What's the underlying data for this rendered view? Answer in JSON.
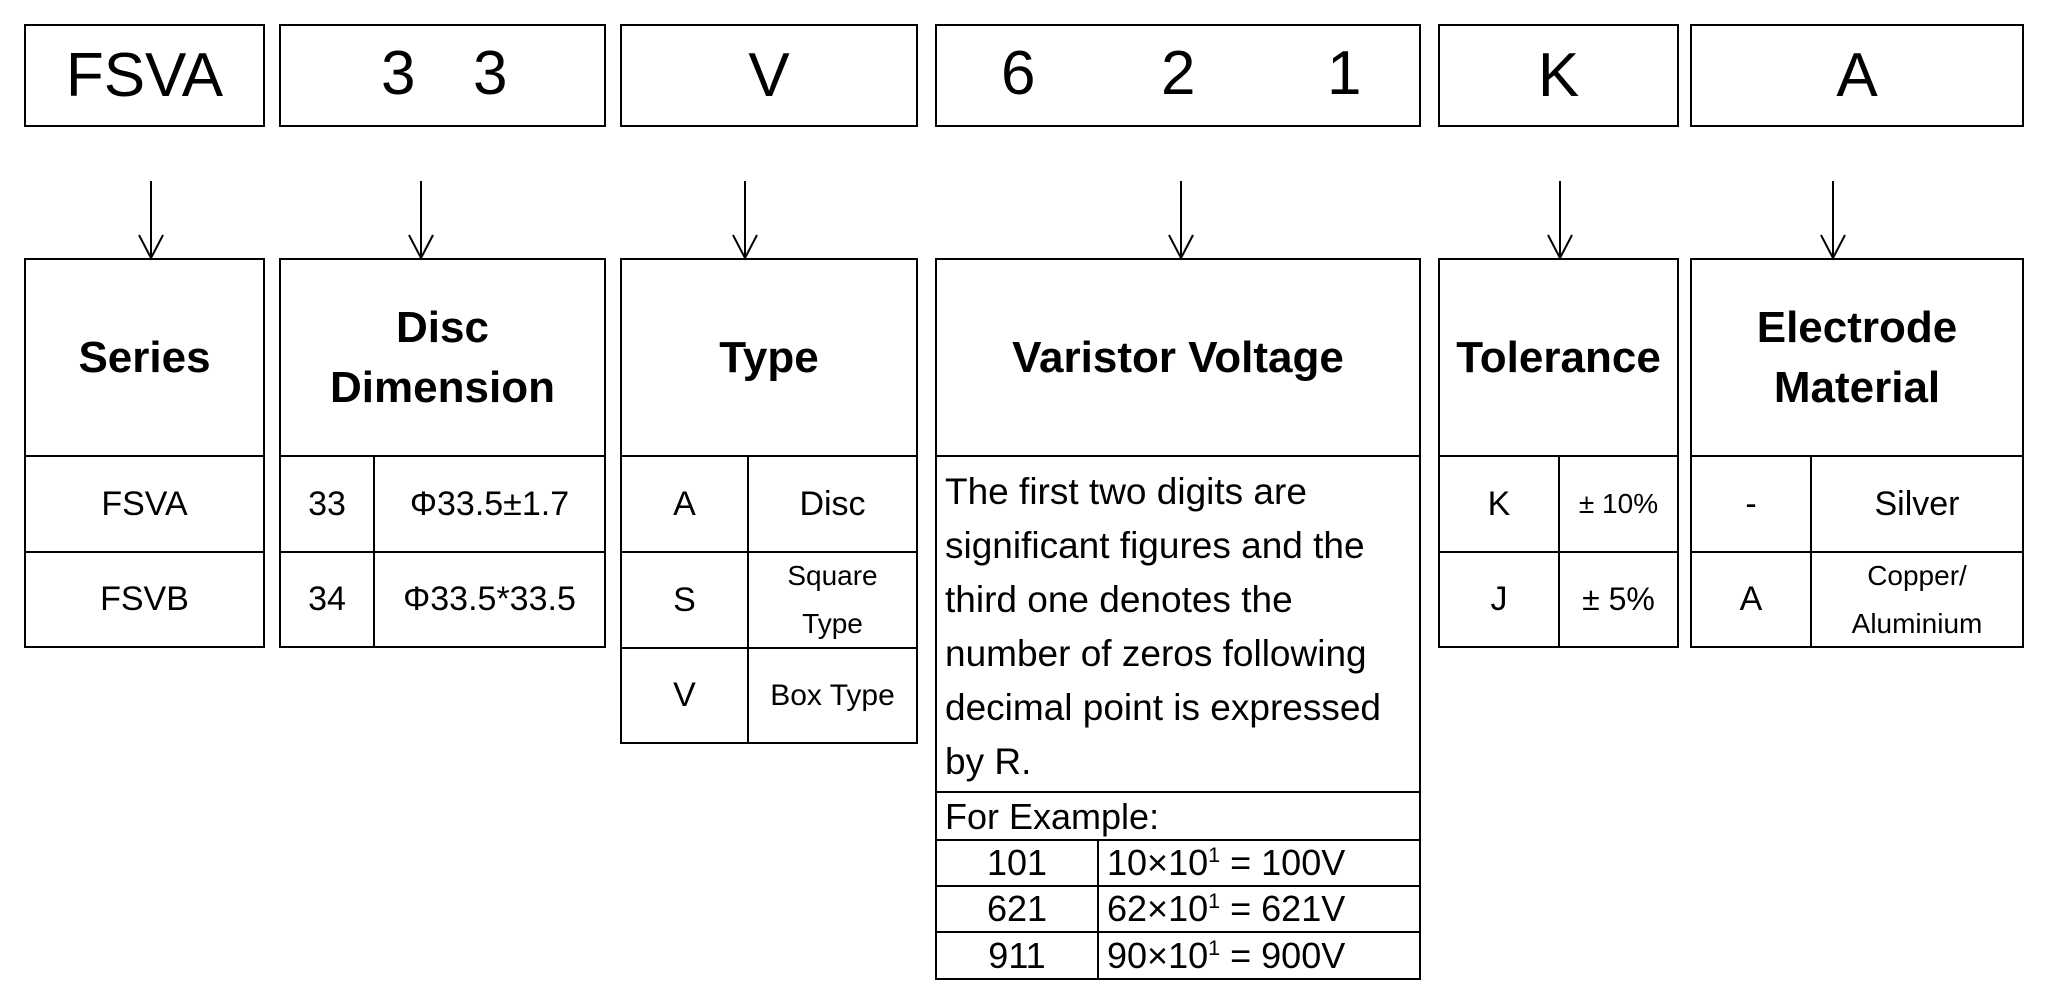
{
  "codes": {
    "series": "FSVA",
    "disc": [
      "3",
      "3"
    ],
    "type": "V",
    "voltage": [
      "6",
      "2",
      "1"
    ],
    "tolerance": "K",
    "electrode": "A"
  },
  "headers": {
    "series": "Series",
    "disc": [
      "Disc",
      "Dimension"
    ],
    "type": "Type",
    "voltage": "Varistor Voltage",
    "tolerance": "Tolerance",
    "electrode": [
      "Electrode",
      "Material"
    ]
  },
  "series_rows": [
    "FSVA",
    "FSVB"
  ],
  "disc_rows": [
    {
      "code": "33",
      "value": "Φ33.5±1.7"
    },
    {
      "code": "34",
      "value": "Φ33.5*33.5"
    }
  ],
  "type_rows": [
    {
      "code": "A",
      "value": [
        "Disc"
      ]
    },
    {
      "code": "S",
      "value": [
        "Square",
        "Type"
      ]
    },
    {
      "code": "V",
      "value": [
        "Box Type"
      ]
    }
  ],
  "voltage_desc": [
    "The first two digits are",
    "significant figures and the",
    "third one denotes the",
    "number of zeros following",
    "decimal point is expressed",
    "by R."
  ],
  "example_label": "For Example:",
  "examples": [
    {
      "code": "101",
      "base": "10×10",
      "exp": "1",
      "result": " = 100V"
    },
    {
      "code": "621",
      "base": "62×10",
      "exp": "1",
      "result": " = 621V"
    },
    {
      "code": "911",
      "base": "90×10",
      "exp": "1",
      "result": " = 900V"
    }
  ],
  "tolerance_rows": [
    {
      "code": "K",
      "value": "± 10%"
    },
    {
      "code": "J",
      "value": "± 5%"
    }
  ],
  "electrode_rows": [
    {
      "code": "-",
      "value": [
        "Silver"
      ]
    },
    {
      "code": "A",
      "value": [
        "Copper/",
        "Aluminium"
      ]
    }
  ]
}
